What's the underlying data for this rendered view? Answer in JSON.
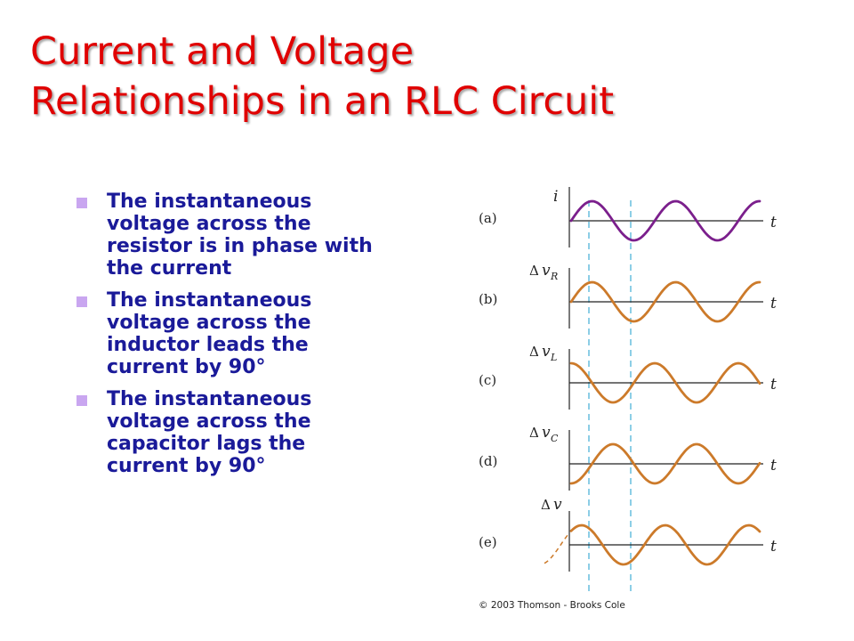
{
  "slide": {
    "title_lines": [
      "Current and Voltage",
      "Relationships in an RLC Circuit"
    ],
    "bullets": [
      {
        "lines": [
          "The instantaneous",
          "voltage across the",
          "resistor is in phase with",
          "the current"
        ]
      },
      {
        "lines": [
          "The instantaneous",
          "voltage across the",
          "inductor leads the",
          "current by 90°"
        ]
      },
      {
        "lines": [
          "The instantaneous",
          "voltage across the",
          "capacitor lags the",
          "current by 90°"
        ]
      }
    ]
  },
  "diagram": {
    "panels": [
      {
        "id": "a",
        "label": "(a)",
        "var": "i",
        "prefix": "",
        "sub": "",
        "axis_label": "t",
        "phase_deg": 0
      },
      {
        "id": "b",
        "label": "(b)",
        "var": "v",
        "prefix": "Δ",
        "sub": "R",
        "axis_label": "t",
        "phase_deg": 0
      },
      {
        "id": "c",
        "label": "(c)",
        "var": "v",
        "prefix": "Δ",
        "sub": "L",
        "axis_label": "t",
        "phase_deg": 90
      },
      {
        "id": "d",
        "label": "(d)",
        "var": "v",
        "prefix": "Δ",
        "sub": "C",
        "axis_label": "t",
        "phase_deg": -90
      },
      {
        "id": "e",
        "label": "(e)",
        "var": "v",
        "prefix": "Δ",
        "sub": "",
        "axis_label": "t",
        "phase_deg": 45
      }
    ],
    "colors": {
      "current": "#7b1f8c",
      "voltage": "#cc7a2a",
      "guide": "#4fb3d9",
      "axis": "#222222"
    },
    "copyright": "© 2003 Thomson - Brooks Cole"
  }
}
